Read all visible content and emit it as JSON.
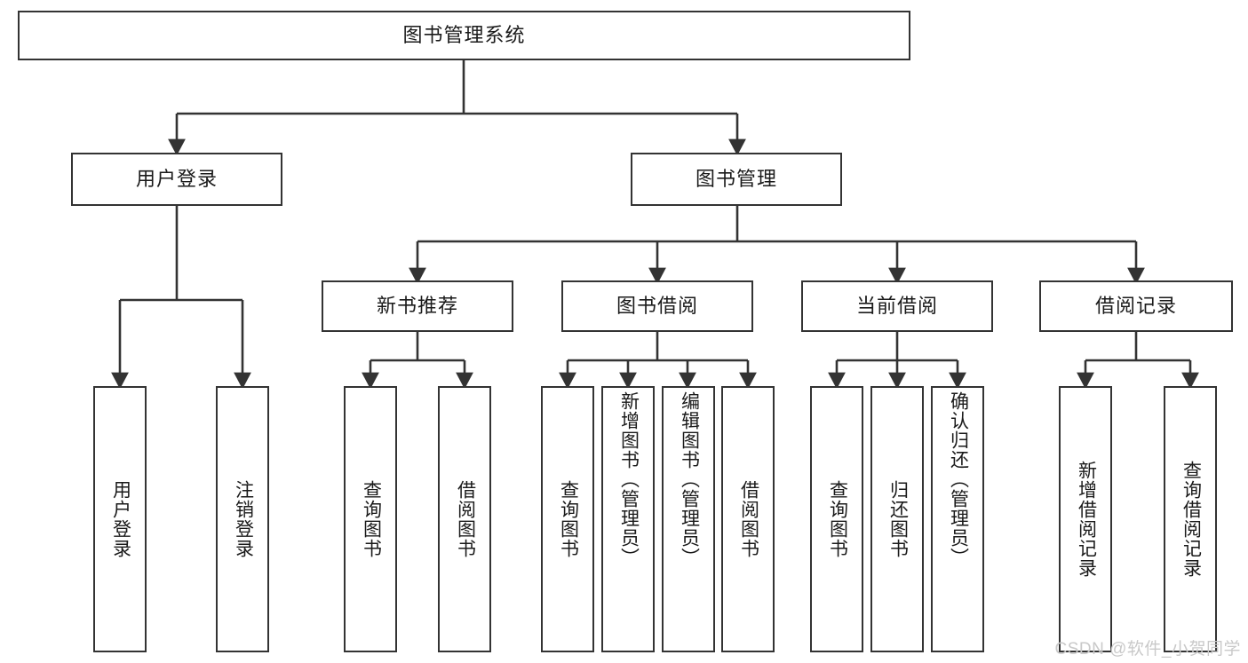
{
  "diagram": {
    "title": "图书管理系统",
    "type": "tree-hierarchy",
    "background_color": "#ffffff",
    "box_border_color": "#333333",
    "text_color": "#1a1a1a"
  },
  "root": {
    "label": "图书管理系统"
  },
  "level2": [
    {
      "label": "用户登录"
    },
    {
      "label": "图书管理"
    }
  ],
  "level3": [
    {
      "label": "新书推荐"
    },
    {
      "label": "图书借阅"
    },
    {
      "label": "当前借阅"
    },
    {
      "label": "借阅记录"
    }
  ],
  "leaves": {
    "user_login": [
      {
        "label": "用户登录"
      },
      {
        "label": "注销登录"
      }
    ],
    "new_book_recommend": [
      {
        "label": "查询图书"
      },
      {
        "label": "借阅图书"
      }
    ],
    "book_borrow": [
      {
        "label": "查询图书"
      },
      {
        "label": "新增图书（管理员）"
      },
      {
        "label": "编辑图书（管理员）"
      },
      {
        "label": "借阅图书"
      }
    ],
    "current_borrow": [
      {
        "label": "查询图书"
      },
      {
        "label": "归还图书"
      },
      {
        "label": "确认归还（管理员）"
      }
    ],
    "borrow_record": [
      {
        "label": "新增借阅记录"
      },
      {
        "label": "查询借阅记录"
      }
    ]
  },
  "watermark": {
    "text": "CSDN @软件_小贺同学",
    "color": "#c9c9c9"
  }
}
